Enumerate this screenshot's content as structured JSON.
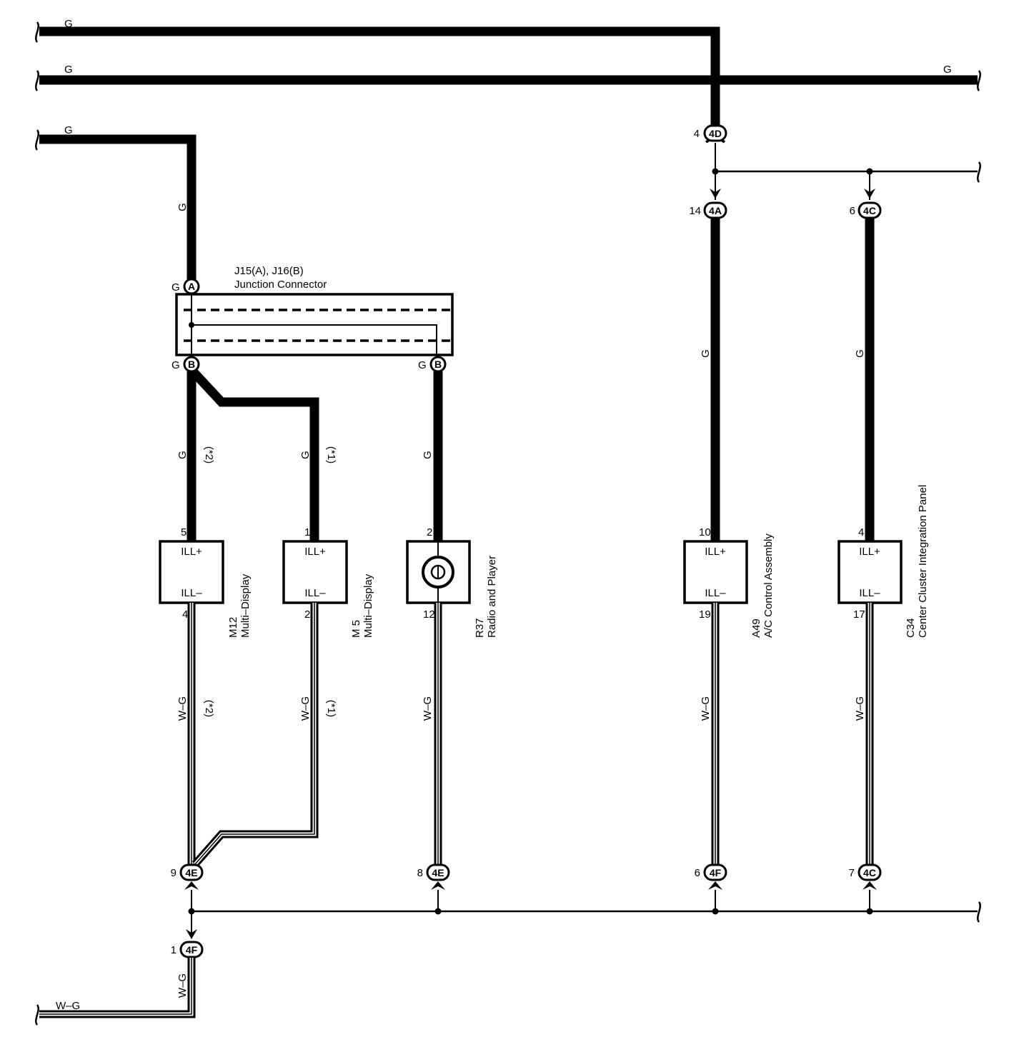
{
  "wires": {
    "top_g1": "G",
    "top_g2_left": "G",
    "top_g2_right": "G",
    "left_g3": "G",
    "left_vert_g": "G",
    "j_a_g": "G",
    "j_b1_g": "G",
    "j_b2_g": "G",
    "m12_ill_plus_wire": "G",
    "m12_ill_plus_note": "(*2)",
    "m5_ill_plus_wire": "G",
    "m5_ill_plus_note": "(*1)",
    "r37_ill_plus_wire": "G",
    "a49_ill_plus_wire": "G",
    "c34_ill_plus_wire": "G",
    "m12_ill_minus_wire": "W–G",
    "m12_ill_minus_note": "(*2)",
    "m5_ill_minus_wire": "W–G",
    "m5_ill_minus_note": "(*1)",
    "r37_ill_minus_wire": "W–G",
    "a49_ill_minus_wire": "W–G",
    "c34_ill_minus_wire": "W–G",
    "ground_vert_wire": "W–G",
    "ground_horiz_wire": "W–G"
  },
  "junction": {
    "title_line1": "J15(A), J16(B)",
    "title_line2": "Junction Connector",
    "pin_a": "A",
    "pin_b_left": "B",
    "pin_b_right": "B"
  },
  "connectors": {
    "c4d": {
      "pin": "4",
      "code": "4D"
    },
    "c4a": {
      "pin": "14",
      "code": "4A"
    },
    "c4c_top": {
      "pin": "6",
      "code": "4C"
    },
    "c4e_left": {
      "pin": "9",
      "code": "4E"
    },
    "c4e_mid": {
      "pin": "8",
      "code": "4E"
    },
    "c4f_mid": {
      "pin": "6",
      "code": "4F"
    },
    "c4c_bottom": {
      "pin": "7",
      "code": "4C"
    },
    "c4f_bottom": {
      "pin": "1",
      "code": "4F"
    }
  },
  "components": [
    {
      "id": "m12",
      "pin_top": "5",
      "pin_bottom": "4",
      "ill_plus": "ILL+",
      "ill_minus": "ILL–",
      "code": "M12",
      "name": "Multi–Display"
    },
    {
      "id": "m5",
      "pin_top": "1",
      "pin_bottom": "2",
      "ill_plus": "ILL+",
      "ill_minus": "ILL–",
      "code": "M 5",
      "name": "Multi–Display"
    },
    {
      "id": "r37",
      "pin_top": "2",
      "pin_bottom": "12",
      "code": "R37",
      "name": "Radio and Player"
    },
    {
      "id": "a49",
      "pin_top": "10",
      "pin_bottom": "19",
      "ill_plus": "ILL+",
      "ill_minus": "ILL–",
      "code": "A49",
      "name": "A/C Control Assembly"
    },
    {
      "id": "c34",
      "pin_top": "4",
      "pin_bottom": "17",
      "ill_plus": "ILL+",
      "ill_minus": "ILL–",
      "code": "C34",
      "name": "Center Cluster Integration Panel"
    }
  ]
}
